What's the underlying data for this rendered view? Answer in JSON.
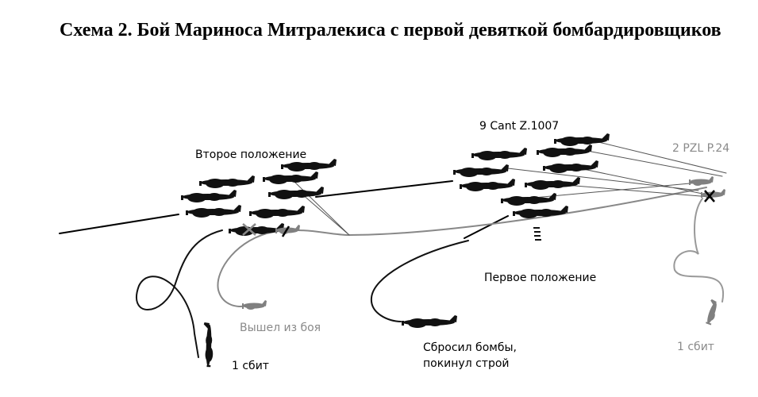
{
  "title": "Схема 2. Бой Мариноса Митралекиса с первой девяткой бомбардировщиков",
  "diagram": {
    "labels": {
      "bombers": "9 Cant Z.1007",
      "fighters": "2 PZL P.24",
      "second_position": "Второе положение",
      "first_position": "Первое положение",
      "left_battle": "Вышел из боя",
      "shot_down_left": "1 сбит",
      "shot_down_right": "1 сбит",
      "dropped_bombs_1": "Сбросил бомбы,",
      "dropped_bombs_2": "покинул строй"
    },
    "colors": {
      "bomber": "#111111",
      "fighter": "#808080",
      "text_gray": "#8a8a8a"
    }
  }
}
